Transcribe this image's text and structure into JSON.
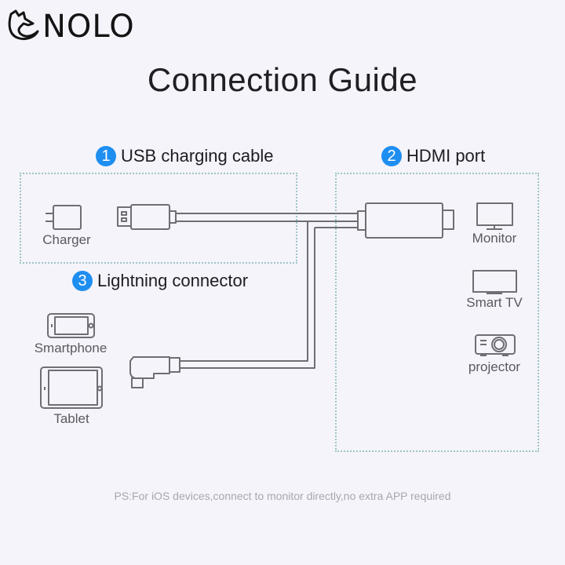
{
  "brand": {
    "name": "NOLO",
    "logo_icon": "fox-head-icon"
  },
  "title": "Connection Guide",
  "sections": [
    {
      "number": "1",
      "label": "USB charging cable"
    },
    {
      "number": "2",
      "label": "HDMI port"
    },
    {
      "number": "3",
      "label": "Lightning connector"
    }
  ],
  "devices": {
    "charger": "Charger",
    "monitor": "Monitor",
    "smart_tv": "Smart TV",
    "projector": "projector",
    "smartphone": "Smartphone",
    "tablet": "Tablet"
  },
  "note": "PS:For iOS devices,connect to monitor directly,no extra APP required",
  "colors": {
    "badge": "#1f8ef1",
    "box_border": "#9fc4c8",
    "line": "#6e6e74"
  }
}
